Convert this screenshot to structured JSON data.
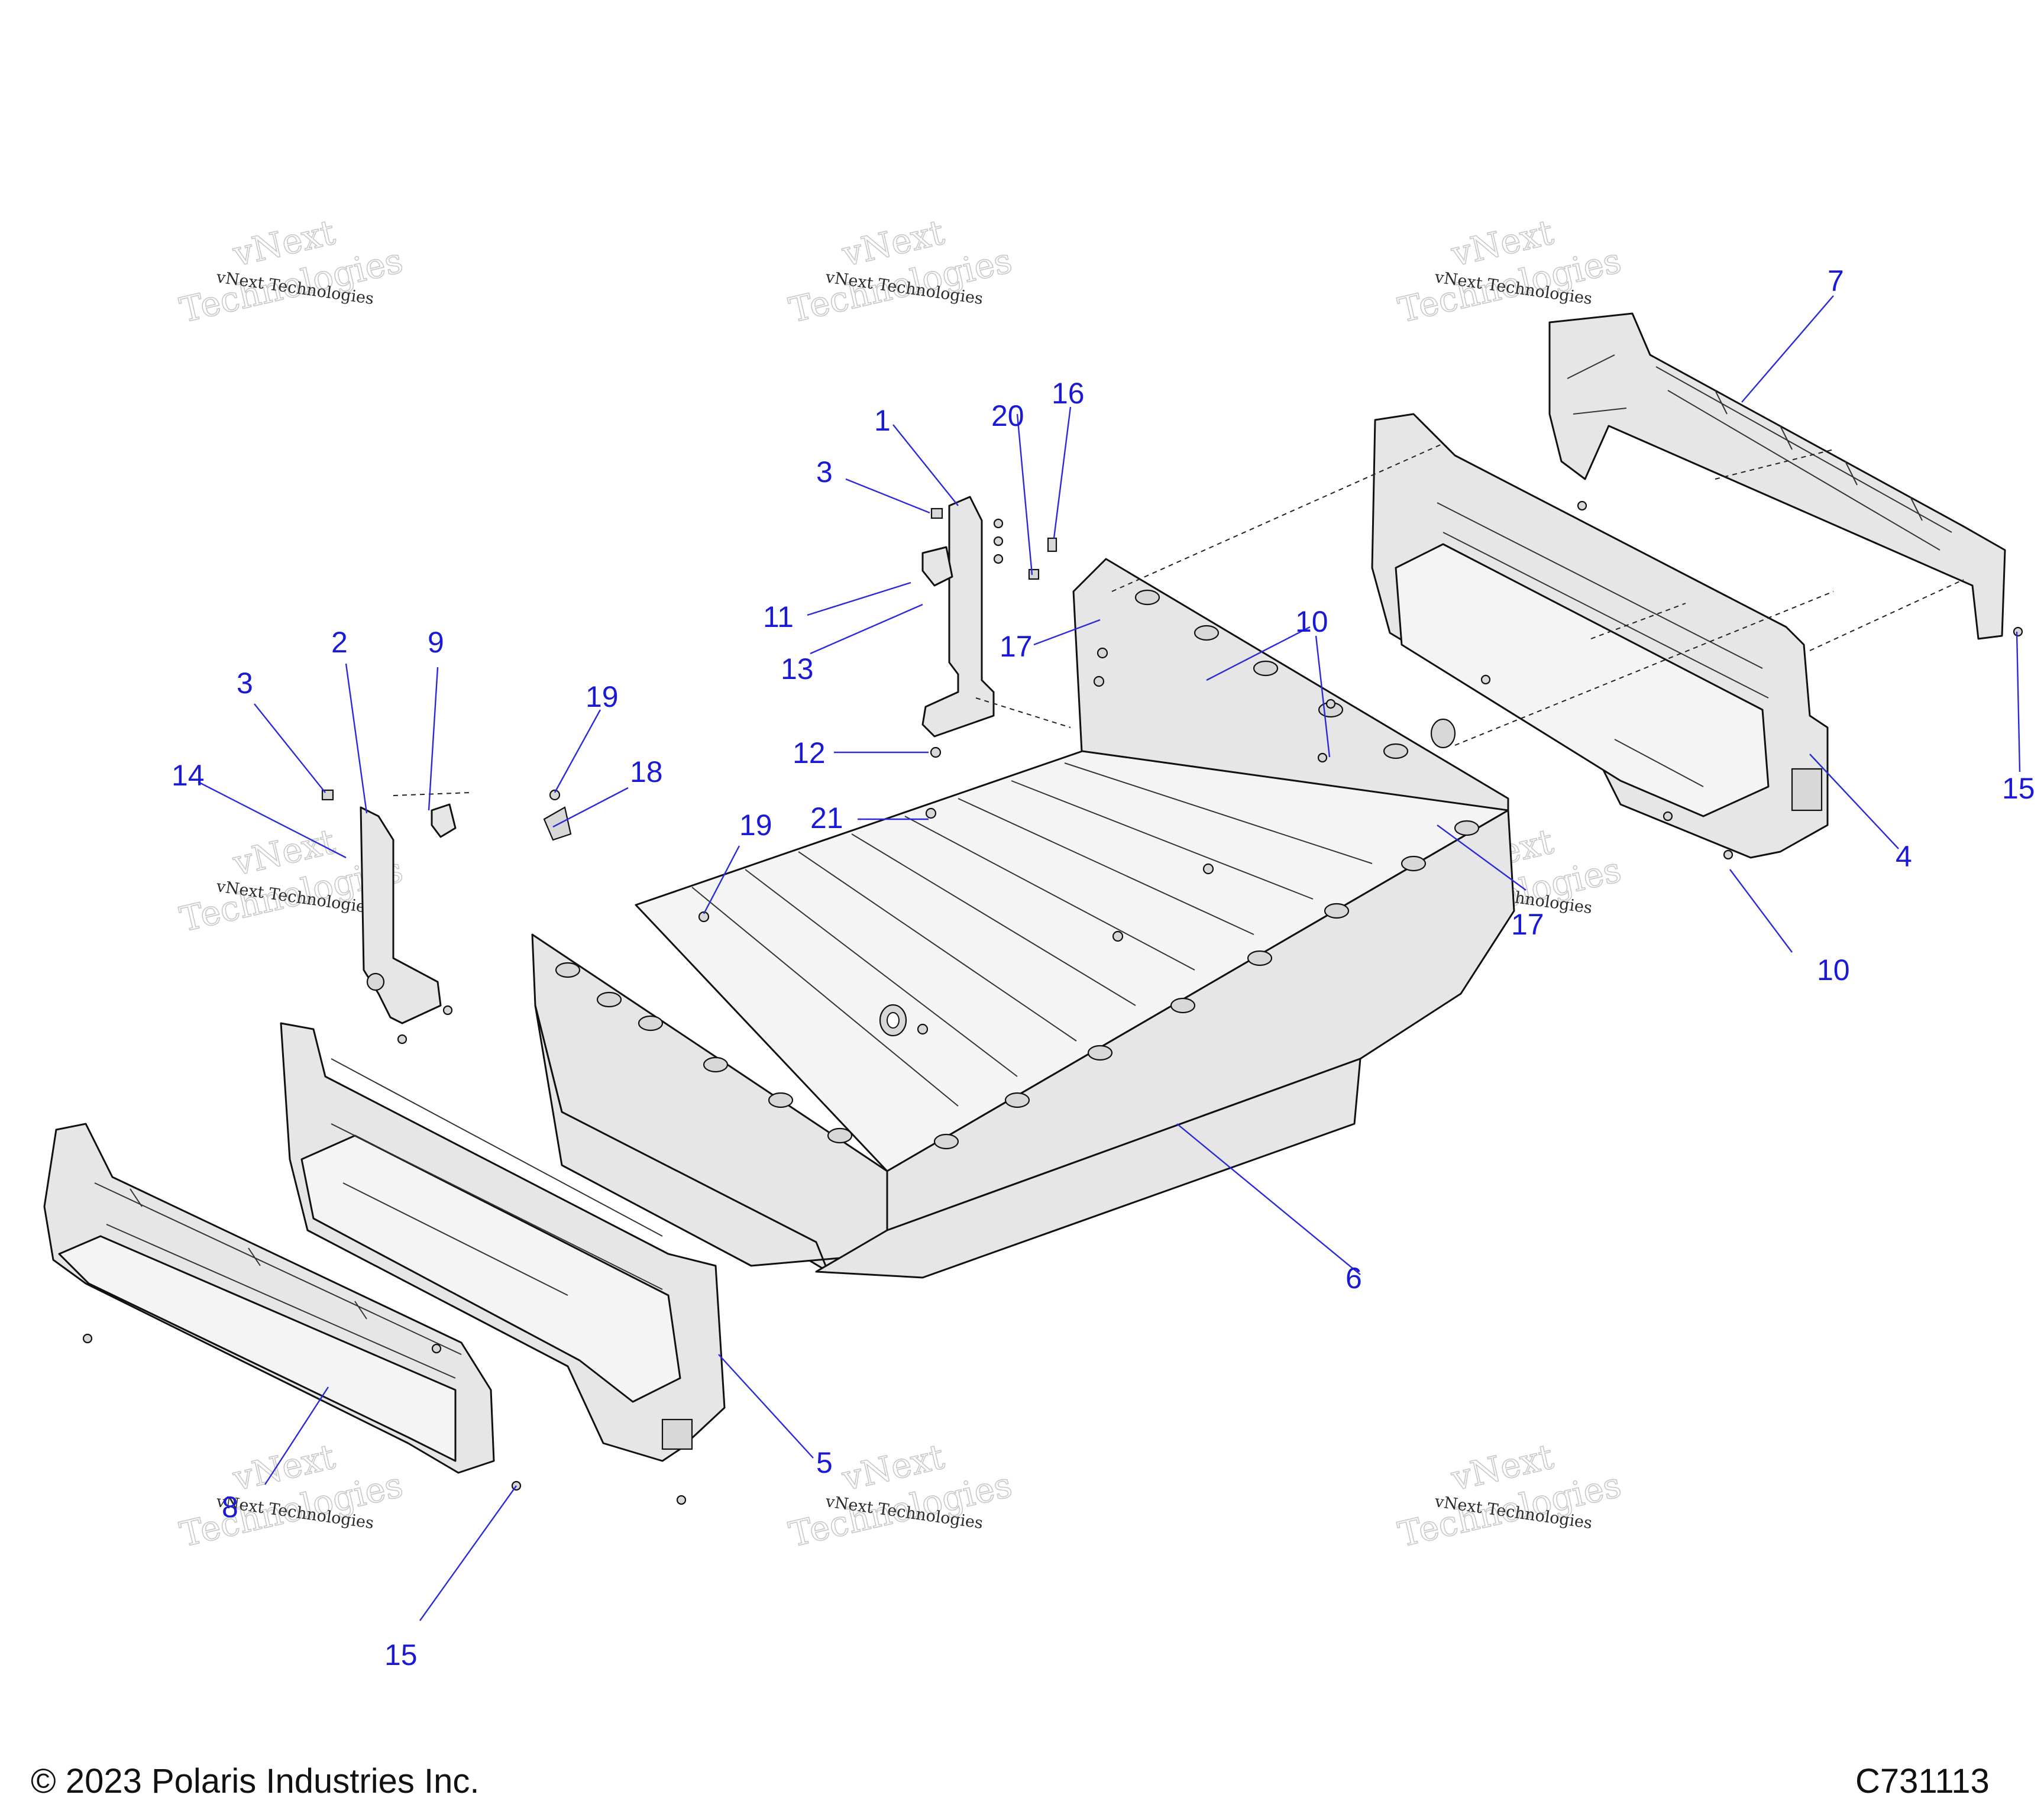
{
  "watermark": {
    "brand_line1": "vNext",
    "brand_line2": "Technologies",
    "small_text": "vNext Technologies"
  },
  "callouts": {
    "c1": "1",
    "c2": "2",
    "c3a": "3",
    "c3b": "3",
    "c4": "4",
    "c5": "5",
    "c6": "6",
    "c7": "7",
    "c8": "8",
    "c9": "9",
    "c10a": "10",
    "c10b": "10",
    "c11": "11",
    "c12": "12",
    "c13": "13",
    "c14": "14",
    "c15a": "15",
    "c15b": "15",
    "c16": "16",
    "c17a": "17",
    "c17b": "17",
    "c18": "18",
    "c19a": "19",
    "c19b": "19",
    "c20": "20",
    "c21": "21"
  },
  "footer": {
    "copyright": "© 2023 Polaris Industries Inc.",
    "figure_code": "C731113"
  },
  "colors": {
    "callout_blue": "#1a1ad6",
    "part_fill": "#e6e6e6",
    "line": "#111111"
  }
}
